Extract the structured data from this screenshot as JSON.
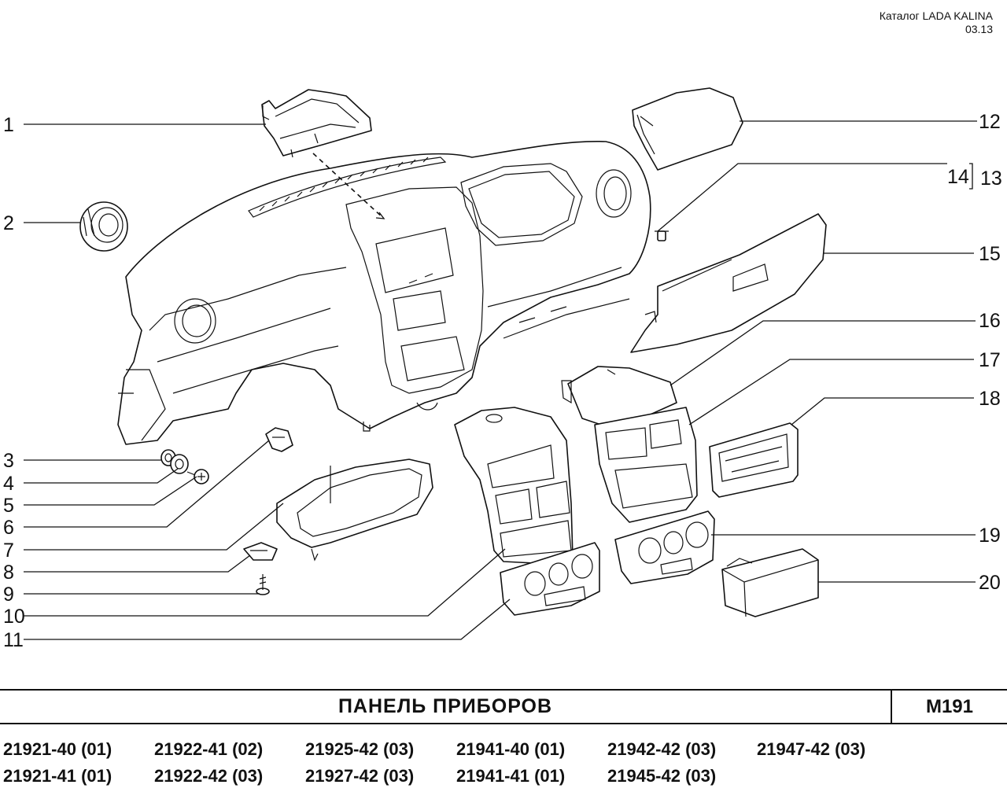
{
  "catalog": {
    "name": "Каталог LADA KALINA",
    "date": "03.13"
  },
  "callouts": [
    "1",
    "2",
    "3",
    "4",
    "5",
    "6",
    "7",
    "8",
    "9",
    "10",
    "11",
    "12",
    "13",
    "14",
    "15",
    "16",
    "17",
    "18",
    "19",
    "20"
  ],
  "title": "ПАНЕЛЬ  ПРИБОРОВ",
  "code": "M191",
  "models": [
    [
      "21921-40 (01)",
      "21921-41 (01)"
    ],
    [
      "21922-41 (02)",
      "21922-42 (03)"
    ],
    [
      "21925-42 (03)",
      "21927-42 (03)"
    ],
    [
      "21941-40 (01)",
      "21941-41 (01)"
    ],
    [
      "21942-42 (03)",
      "21945-42 (03)"
    ],
    [
      "21947-42 (03)"
    ]
  ]
}
